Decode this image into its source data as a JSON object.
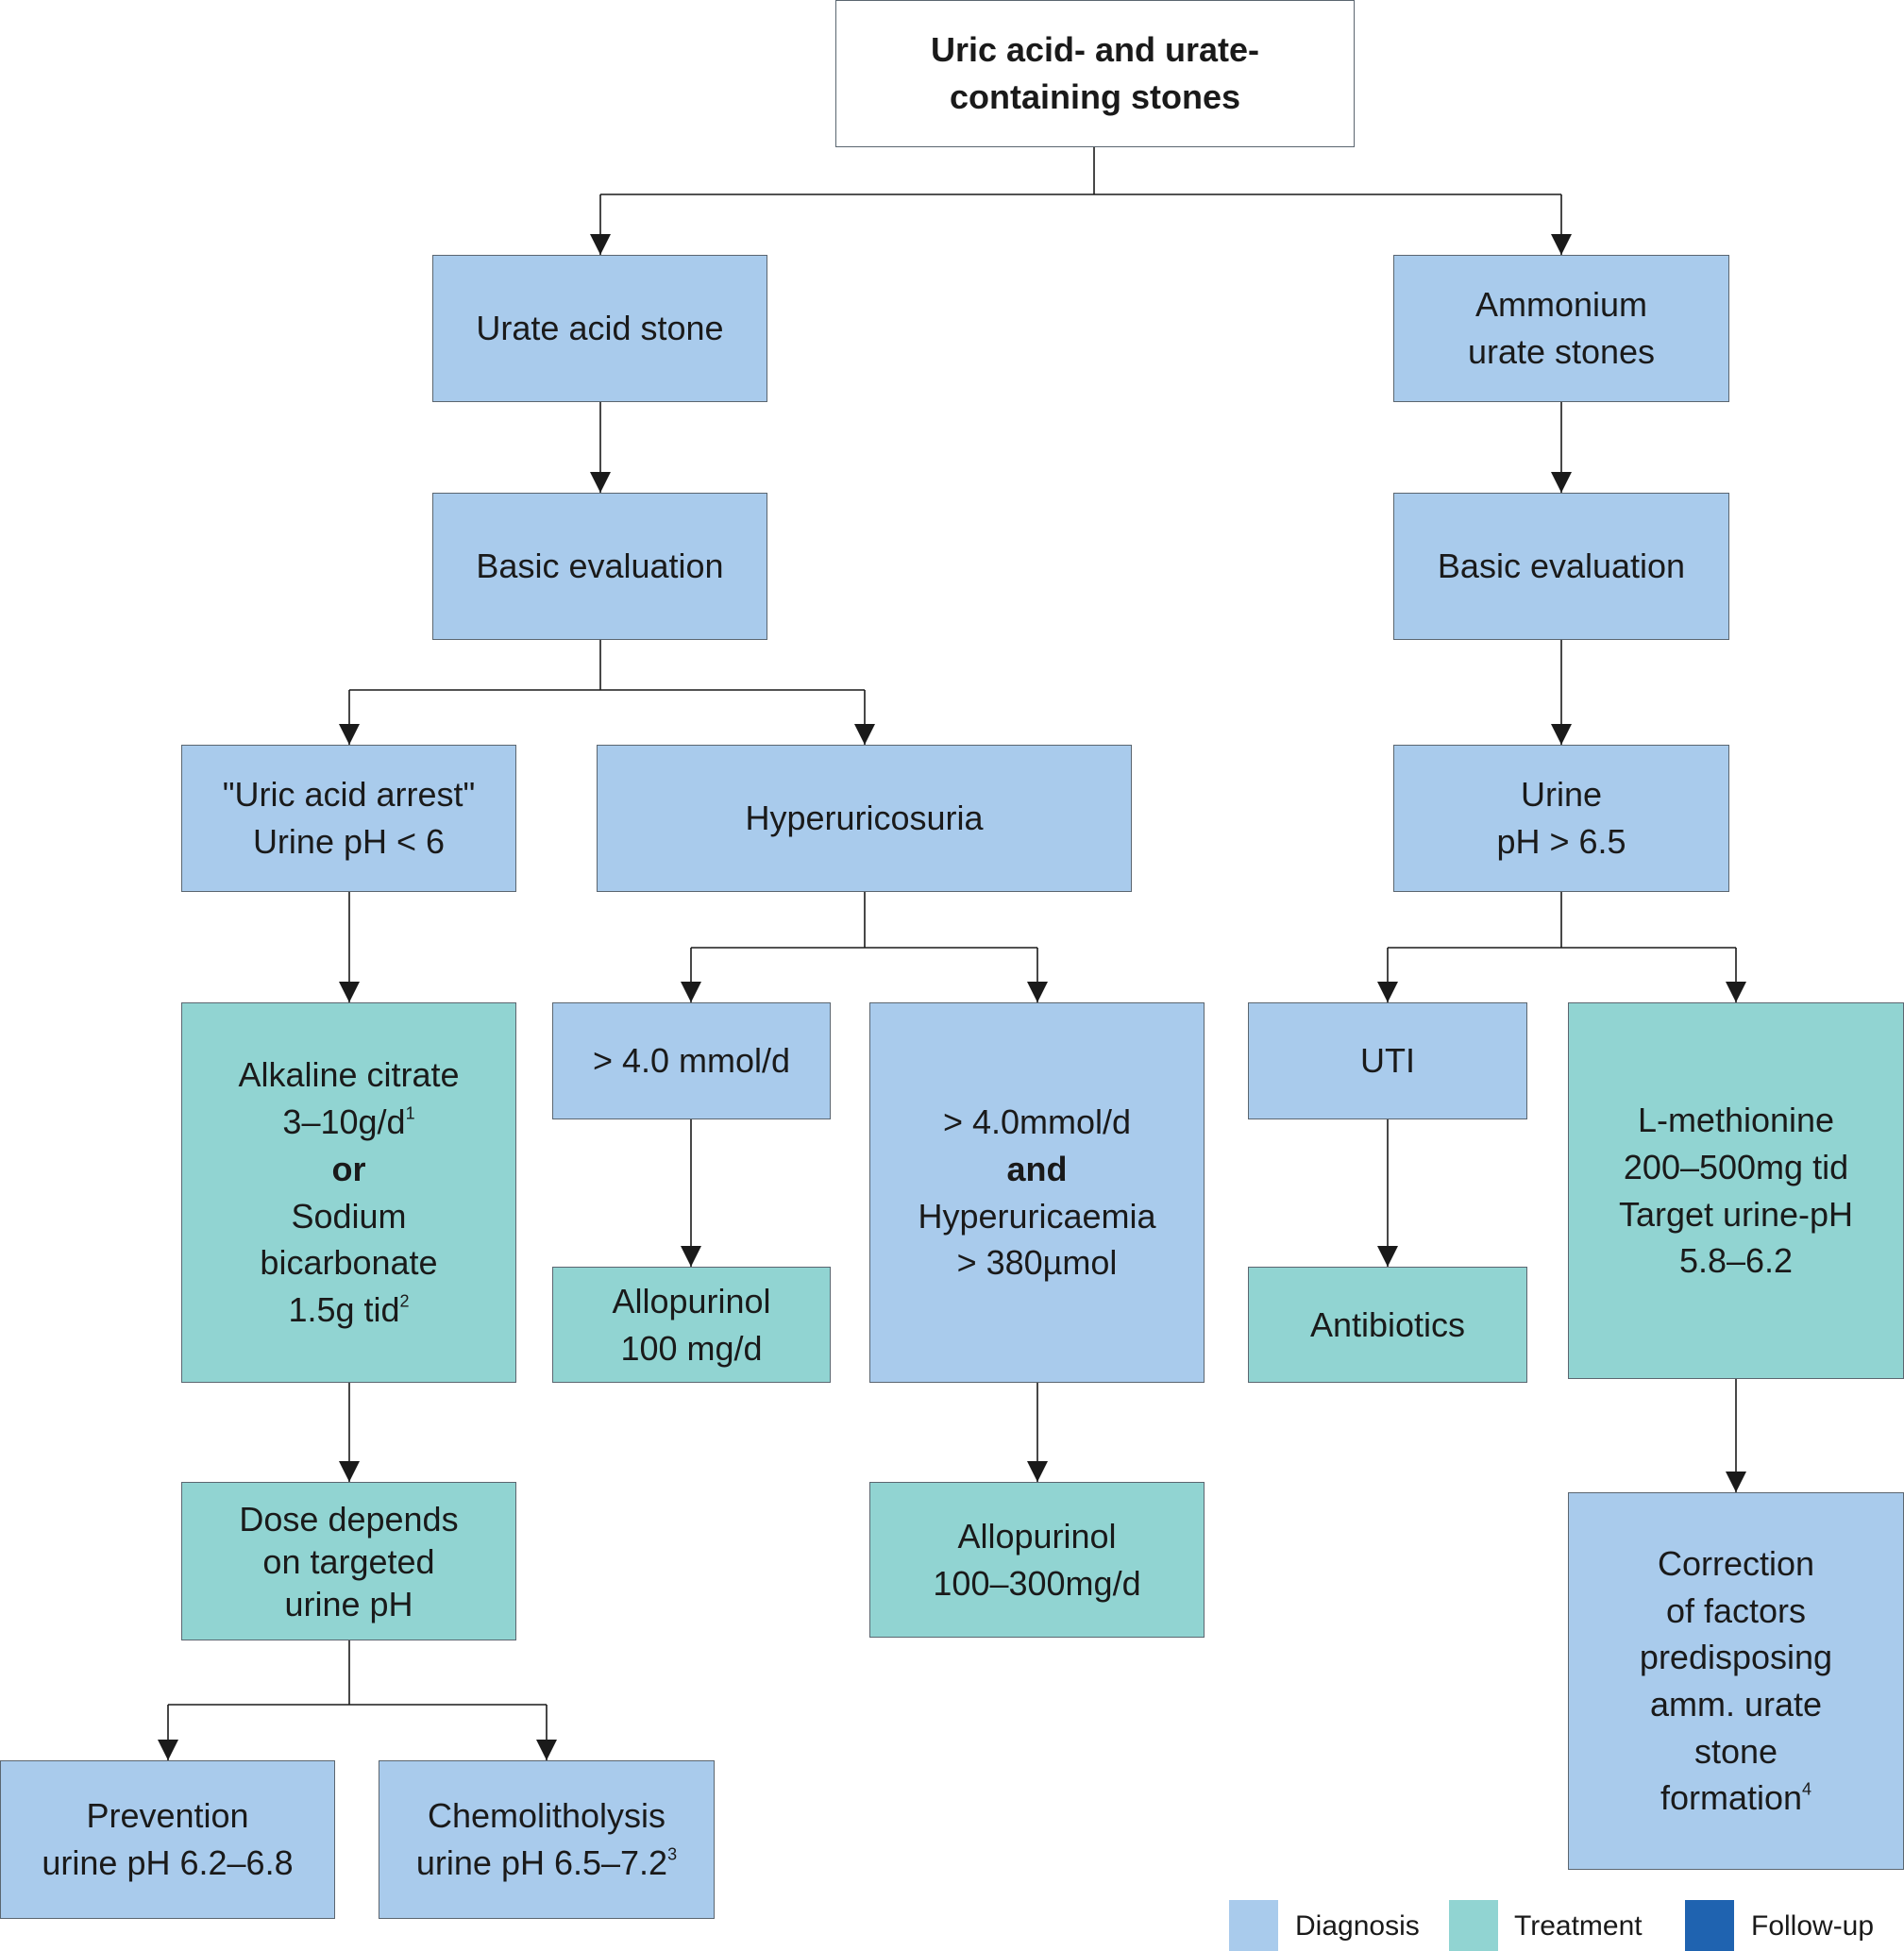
{
  "root": {
    "line1": "Uric acid- and urate-",
    "line2": "containing stones"
  },
  "left_branch": {
    "stone": "Urate acid stone",
    "evaluation": "Basic evaluation",
    "arrest": {
      "line1": "\"Uric acid arrest\"",
      "line2": "Urine pH < 6"
    },
    "hyperuricosuria": "Hyperuricosuria",
    "alkaline": {
      "line1": "Alkaline citrate",
      "line2": "3–10g/d",
      "line2_note": "1",
      "or": "or",
      "line3": "Sodium",
      "line4": "bicarbonate",
      "line5": "1.5g tid",
      "line5_note": "2"
    },
    "dose": {
      "line1": "Dose depends",
      "line2": "on targeted",
      "line3": "urine pH"
    },
    "prevention": {
      "line1": "Prevention",
      "line2": "urine pH 6.2–6.8"
    },
    "chemolysis": {
      "line1": "Chemolitholysis",
      "line2": "urine pH 6.5–7.2",
      "line2_note": "3"
    },
    "gt4": "> 4.0 mmol/d",
    "allopurinol1": {
      "line1": "Allopurinol",
      "line2": "100 mg/d"
    },
    "gt4_hyper": {
      "line1": "> 4.0mmol/d",
      "and": "and",
      "line2": "Hyperuricaemia",
      "line3": "> 380µmol"
    },
    "allopurinol2": {
      "line1": "Allopurinol",
      "line2": "100–300mg/d"
    }
  },
  "right_branch": {
    "stone": {
      "line1": "Ammonium",
      "line2": "urate stones"
    },
    "evaluation": "Basic evaluation",
    "urine": {
      "line1": "Urine",
      "line2": "pH > 6.5"
    },
    "uti": "UTI",
    "antibiotics": "Antibiotics",
    "methionine": {
      "line1": "L-methionine",
      "line2": "200–500mg tid",
      "line3": "Target urine-pH",
      "line4": "5.8–6.2"
    },
    "correction": {
      "line1": "Correction",
      "line2": "of factors",
      "line3": "predisposing",
      "line4": "amm. urate",
      "line5": "stone",
      "line6": "formation",
      "line6_note": "4"
    }
  },
  "legend": [
    {
      "label": "Diagnosis",
      "color": "#a9cbec"
    },
    {
      "label": "Treatment",
      "color": "#91d4d2"
    },
    {
      "label": "Follow-up",
      "color": "#1f63b0"
    }
  ]
}
